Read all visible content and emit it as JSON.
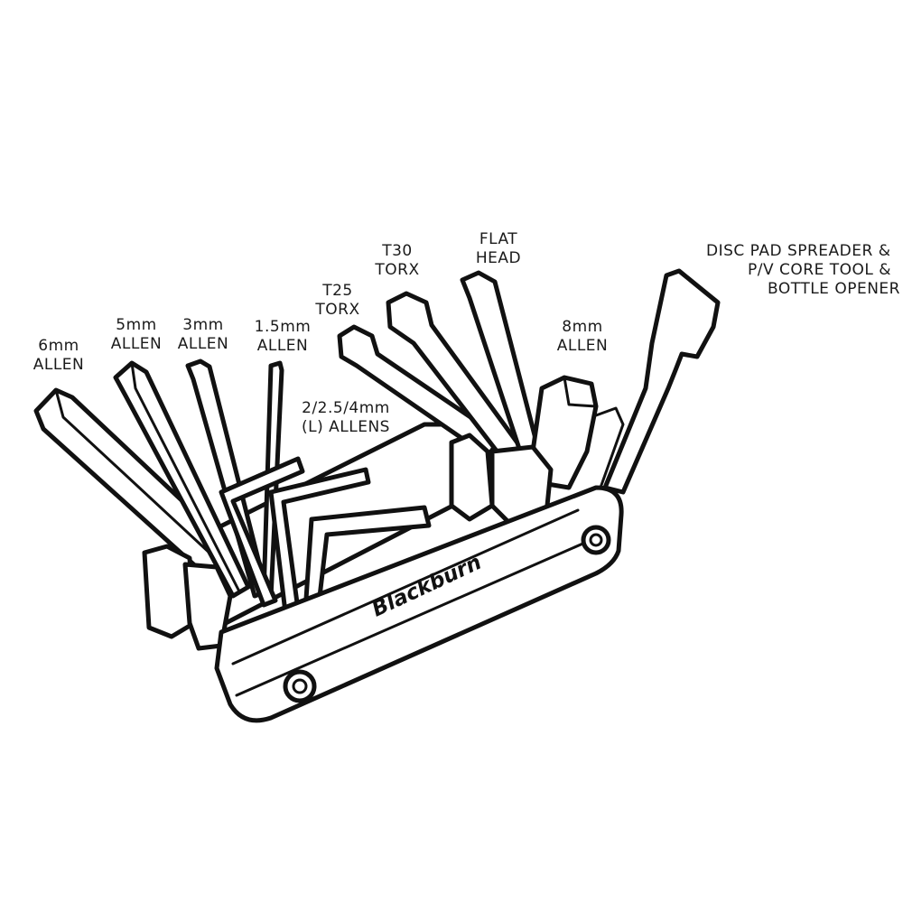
{
  "labels": {
    "six_mm": [
      "6mm",
      "ALLEN"
    ],
    "five_mm": [
      "5mm",
      "ALLEN"
    ],
    "three_mm": [
      "3mm",
      "ALLEN"
    ],
    "one_five_mm": [
      "1.5mm",
      "ALLEN"
    ],
    "l_allens": [
      "2/2.5/4mm",
      "(L) ALLENS"
    ],
    "t25": [
      "T25",
      "TORX"
    ],
    "t30": [
      "T30",
      "TORX"
    ],
    "flat_head": [
      "FLAT",
      "HEAD"
    ],
    "eight_mm": [
      "8mm",
      "ALLEN"
    ],
    "disc_pad": [
      "DISC PAD SPREADER &",
      "P/V CORE TOOL &",
      "BOTTLE OPENER"
    ]
  },
  "brand": "Blackburn"
}
